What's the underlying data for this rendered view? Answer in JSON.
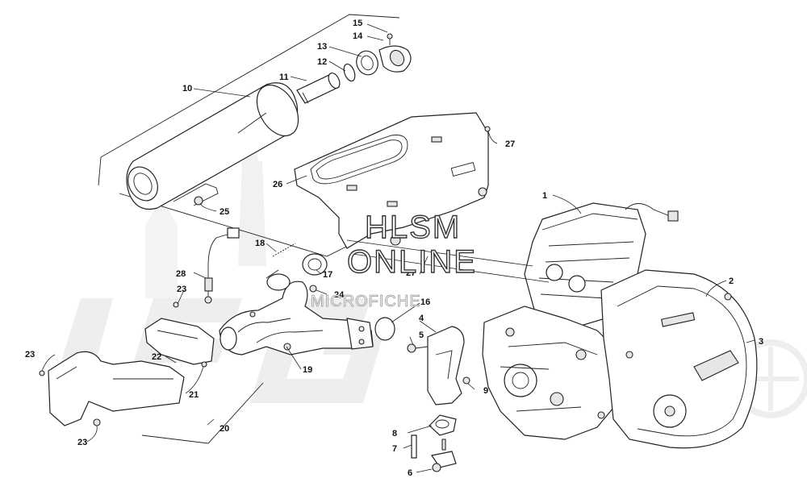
{
  "watermark": {
    "line1": "HLSM",
    "line2": "ONLINE",
    "line3": "MICROFICHE"
  },
  "callouts": {
    "c1": "1",
    "c2": "2",
    "c3": "3",
    "c4": "4",
    "c5": "5",
    "c6": "6",
    "c7": "7",
    "c8": "8",
    "c9": "9",
    "c10": "10",
    "c11": "11",
    "c12": "12",
    "c13": "13",
    "c14": "14",
    "c15": "15",
    "c16": "16",
    "c17": "17",
    "c18": "18",
    "c19": "19",
    "c20": "20",
    "c21": "21",
    "c22": "22",
    "c23a": "23",
    "c23b": "23",
    "c23c": "23",
    "c24": "24",
    "c25": "25",
    "c26": "26",
    "c27a": "27",
    "c27b": "27",
    "c28": "28"
  }
}
